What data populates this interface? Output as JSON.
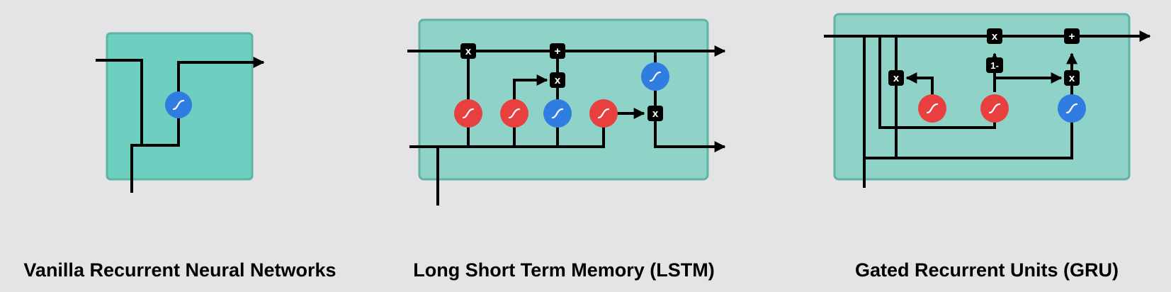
{
  "captions": {
    "rnn": "Vanilla Recurrent Neural Networks",
    "lstm": "Long Short Term Memory (LSTM)",
    "gru": "Gated Recurrent Units (GRU)"
  },
  "operators": {
    "multiply": "x",
    "add": "+",
    "one_minus": "1-"
  },
  "colors": {
    "background": "#e4e3e6",
    "rnn_cell_fill": "#6dcfbf",
    "lstm_gru_cell_fill": "#8fd3c8",
    "cell_border": "#5fb3a5",
    "sigmoid_gate": "#e8403f",
    "tanh_gate": "#2f7de0",
    "operator_box": "#000000",
    "wire": "#000000"
  },
  "icons": {
    "sigmoid_gate": "red-circle-sigmoid-icon",
    "tanh_gate": "blue-circle-tanh-icon",
    "pointwise_op": "black-square-operator-icon"
  }
}
